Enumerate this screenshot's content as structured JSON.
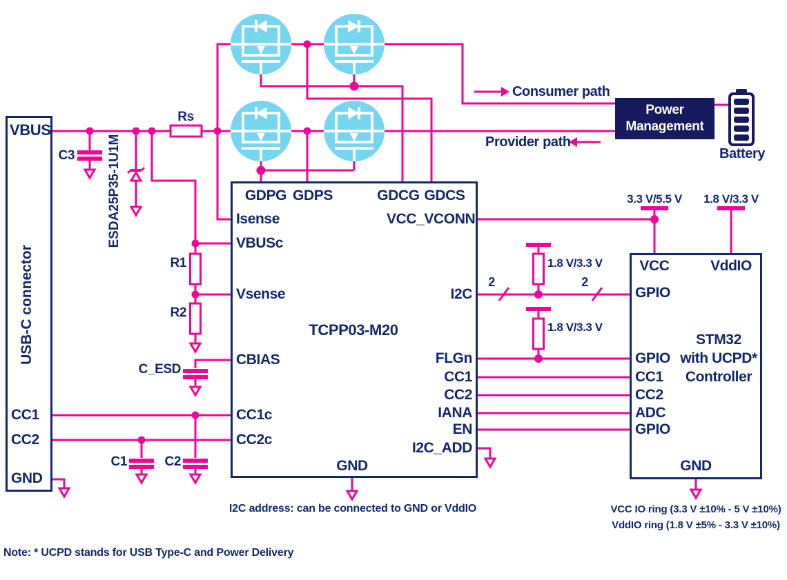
{
  "colors": {
    "wire_magenta": "#ee0697",
    "navy": "#12286b",
    "pm_fill": "#171a5e",
    "mosfet_cyan": "#74d6f0"
  },
  "usb_connector": {
    "title": "USB-C connector",
    "pin_vbus": "VBUS",
    "pin_cc1": "CC1",
    "pin_cc2": "CC2",
    "pin_gnd": "GND"
  },
  "components": {
    "c3": "C3",
    "esd_diode": "ESDA25P35-1U1M",
    "rs": "Rs",
    "r1": "R1",
    "r2": "R2",
    "c_esd": "C_ESD",
    "c1": "C1",
    "c2": "C2"
  },
  "tcpp": {
    "title": "TCPP03-M20",
    "top_pins": [
      "GDPG",
      "GDPS",
      "GDCG",
      "GDCS"
    ],
    "left_pins": [
      "Isense",
      "VBUSc",
      "Vsense",
      "CBIAS",
      "CC1c",
      "CC2c"
    ],
    "right_pins": [
      "VCC_VCONN",
      "I2C",
      "FLGn",
      "CC1",
      "CC2",
      "IANA",
      "EN",
      "I2C_ADD"
    ],
    "bottom_pin": "GND",
    "note": "I2C address: can be connected to GND or VddIO"
  },
  "stm32": {
    "title_line1": "STM32",
    "title_line2": "with UCPD*",
    "title_line3": "Controller",
    "pin_vcc": "VCC",
    "pin_vddio": "VddIO",
    "left_pins": [
      "GPIO",
      "GPIO",
      "CC1",
      "CC2",
      "ADC",
      "GPIO"
    ],
    "bottom_pin": "GND",
    "note1": "VCC IO ring (3.3 V ±10% - 5 V ±10%)",
    "note2": "VddIO ring (1.8 V ±5% - 3.3 V ±10%)"
  },
  "rails": {
    "vcc_rail": "3.3 V/5.5 V",
    "vddio_rail": "1.8 V/3.3 V",
    "pullup1": "1.8 V/3.3 V",
    "pullup2": "1.8 V/3.3 V"
  },
  "bus": {
    "i2c_width_left": "2",
    "i2c_width_right": "2"
  },
  "paths": {
    "consumer": "Consumer path",
    "provider": "Provider path"
  },
  "power_mgmt": {
    "line1": "Power",
    "line2": "Management"
  },
  "battery_label": "Battery",
  "footnote": "Note: * UCPD stands for USB Type-C and Power Delivery"
}
